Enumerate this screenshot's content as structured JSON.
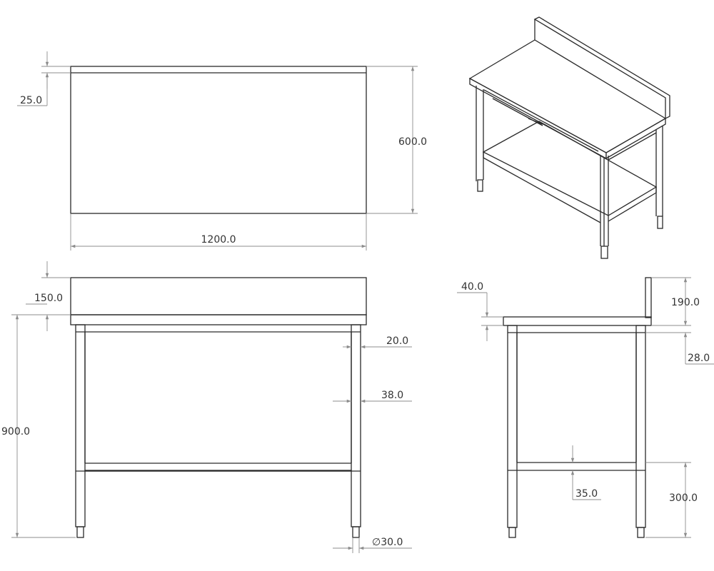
{
  "dimensions": {
    "top_view": {
      "backsplash_thickness": "25.0",
      "depth": "600.0",
      "width": "1200.0"
    },
    "front_view": {
      "backsplash_height": "150.0",
      "overall_height": "900.0",
      "frame_tube": "20.0",
      "leg_section": "38.0",
      "foot_diameter": "∅30.0"
    },
    "side_view": {
      "top_thickness": "40.0",
      "backsplash_rise": "190.0",
      "rail_height": "28.0",
      "shelf_thickness": "35.0",
      "shelf_height": "300.0"
    }
  },
  "colors": {
    "outline": "#2a2a2a",
    "dimension_line": "#8c8c8c",
    "text": "#333333",
    "background": "#ffffff"
  }
}
